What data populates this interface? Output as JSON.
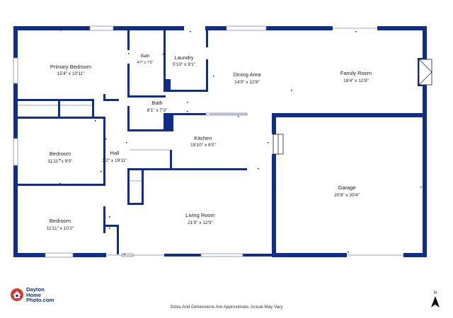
{
  "rooms": {
    "primary_bedroom": {
      "name": "Primary Bedroom",
      "dims": "15'4\" x 10'11\""
    },
    "bath1": {
      "name": "Bath",
      "dims": "4'7\" x 7'5\""
    },
    "laundry": {
      "name": "Laundry",
      "dims": "5'10\" x 9'1\""
    },
    "dining": {
      "name": "Dining Area",
      "dims": "14'0\" x 12'8\""
    },
    "family": {
      "name": "Family Room",
      "dims": "18'4\" x 12'8\""
    },
    "bath2": {
      "name": "Bath",
      "dims": "8'1\" x 7'3\""
    },
    "kitchen": {
      "name": "Kitchen",
      "dims": "19'10\" x 8'0\""
    },
    "bedroom1": {
      "name": "Bedroom",
      "dims": "11'11\" x 9'5\""
    },
    "hall": {
      "name": "Hall",
      "dims": "3'2\" x 19'11\""
    },
    "garage": {
      "name": "Garage",
      "dims": "20'9\" x 20'4\""
    },
    "bedroom2": {
      "name": "Bedroom",
      "dims": "11'11\" x 10'2\""
    },
    "living": {
      "name": "Living Room",
      "dims": "21'0\" x 12'9\""
    }
  },
  "logo": {
    "line1": "Dayton",
    "line2": "Home",
    "line3": "Photo.com"
  },
  "footer": {
    "disclaimer": "Sizes And Dimensions Are Approximate. Actual May Vary"
  },
  "compass": {
    "label": "N"
  },
  "colors": {
    "wall": "#0f2d8a",
    "logo": "#0f2d8a",
    "logo_mark": "#d63a2f"
  }
}
